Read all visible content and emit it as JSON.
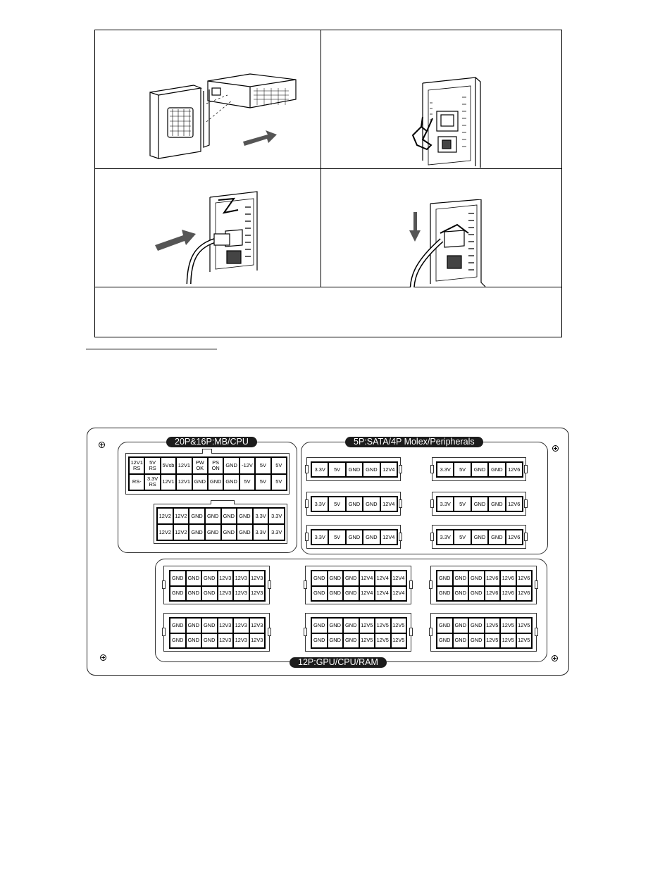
{
  "pinout": {
    "mb_cpu": {
      "title": "20P&16P:MB/CPU",
      "conn20": {
        "cols": 10,
        "cells": [
          "12V1\nRS",
          "5V\nRS",
          "5Vsb",
          "12V1",
          "PW\nOK",
          "PS\nON",
          "GND",
          "-12V",
          "5V",
          "5V",
          "RS-",
          "3.3V\nRS",
          "12V1",
          "12V1",
          "GND",
          "GND",
          "GND",
          "5V",
          "5V",
          "5V"
        ]
      },
      "conn16": {
        "cols": 8,
        "cells": [
          "12V2",
          "12V2",
          "GND",
          "GND",
          "GND",
          "GND",
          "3.3V",
          "3.3V",
          "12V2",
          "12V2",
          "GND",
          "GND",
          "GND",
          "GND",
          "3.3V",
          "3.3V"
        ]
      }
    },
    "sata": {
      "title": "5P:SATA/4P Molex/Peripherals",
      "connectors": [
        {
          "pins": [
            "3.3V",
            "5V",
            "GND",
            "GND",
            "12V4"
          ]
        },
        {
          "pins": [
            "3.3V",
            "5V",
            "GND",
            "GND",
            "12V6"
          ]
        },
        {
          "pins": [
            "3.3V",
            "5V",
            "GND",
            "GND",
            "12V4"
          ]
        },
        {
          "pins": [
            "3.3V",
            "5V",
            "GND",
            "GND",
            "12V6"
          ]
        },
        {
          "pins": [
            "3.3V",
            "5V",
            "GND",
            "GND",
            "12V4"
          ]
        },
        {
          "pins": [
            "3.3V",
            "5V",
            "GND",
            "GND",
            "12V6"
          ]
        }
      ]
    },
    "gpu": {
      "title": "12P:GPU/CPU/RAM",
      "connectors": [
        {
          "pins": [
            "GND",
            "GND",
            "GND",
            "12V3",
            "12V3",
            "12V3",
            "GND",
            "GND",
            "GND",
            "12V3",
            "12V3",
            "12V3"
          ]
        },
        {
          "pins": [
            "GND",
            "GND",
            "GND",
            "12V4",
            "12V4",
            "12V4",
            "GND",
            "GND",
            "GND",
            "12V4",
            "12V4",
            "12V4"
          ]
        },
        {
          "pins": [
            "GND",
            "GND",
            "GND",
            "12V6",
            "12V6",
            "12V6",
            "GND",
            "GND",
            "GND",
            "12V6",
            "12V6",
            "12V6"
          ]
        },
        {
          "pins": [
            "GND",
            "GND",
            "GND",
            "12V3",
            "12V3",
            "12V3",
            "GND",
            "GND",
            "GND",
            "12V3",
            "12V3",
            "12V3"
          ]
        },
        {
          "pins": [
            "GND",
            "GND",
            "GND",
            "12V5",
            "12V5",
            "12V5",
            "GND",
            "GND",
            "GND",
            "12V5",
            "12V5",
            "12V5"
          ]
        },
        {
          "pins": [
            "GND",
            "GND",
            "GND",
            "12V5",
            "12V5",
            "12V5",
            "GND",
            "GND",
            "GND",
            "12V5",
            "12V5",
            "12V5"
          ]
        }
      ]
    }
  },
  "icons": [
    "psu-insert-illustration",
    "switch-off-illustration",
    "power-cord-plug-illustration",
    "cord-clip-illustration",
    "screw-icon"
  ]
}
